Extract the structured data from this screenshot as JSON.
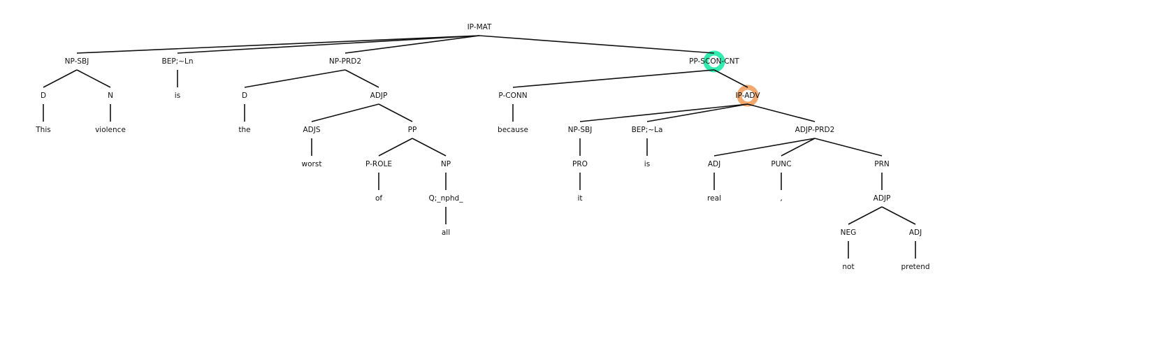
{
  "tree": {
    "nodes": [
      {
        "id": "ip_mat",
        "label": "IP-MAT"
      },
      {
        "id": "np_sbj_1",
        "label": "NP-SBJ"
      },
      {
        "id": "d_1",
        "label": "D"
      },
      {
        "id": "w_this",
        "label": "This"
      },
      {
        "id": "n_1",
        "label": "N"
      },
      {
        "id": "w_violence",
        "label": "violence"
      },
      {
        "id": "bep_ln",
        "label": "BEP;~Ln"
      },
      {
        "id": "w_is_1",
        "label": "is"
      },
      {
        "id": "np_prd2",
        "label": "NP-PRD2"
      },
      {
        "id": "d_2",
        "label": "D"
      },
      {
        "id": "w_the",
        "label": "the"
      },
      {
        "id": "adjp_1",
        "label": "ADJP"
      },
      {
        "id": "adjs",
        "label": "ADJS"
      },
      {
        "id": "w_worst",
        "label": "worst"
      },
      {
        "id": "pp",
        "label": "PP"
      },
      {
        "id": "p_role",
        "label": "P-ROLE"
      },
      {
        "id": "w_of",
        "label": "of"
      },
      {
        "id": "np_1",
        "label": "NP"
      },
      {
        "id": "q_nphd",
        "label": "Q;_nphd_"
      },
      {
        "id": "w_all",
        "label": "all"
      },
      {
        "id": "pp_scon_cnt",
        "label": "PP-SCON-CNT"
      },
      {
        "id": "p_conn",
        "label": "P-CONN"
      },
      {
        "id": "w_because",
        "label": "because"
      },
      {
        "id": "ip_adv",
        "label": "IP-ADV"
      },
      {
        "id": "np_sbj_2",
        "label": "NP-SBJ"
      },
      {
        "id": "pro",
        "label": "PRO"
      },
      {
        "id": "w_it",
        "label": "it"
      },
      {
        "id": "bep_la",
        "label": "BEP;~La"
      },
      {
        "id": "w_is_2",
        "label": "is"
      },
      {
        "id": "adjp_prd2",
        "label": "ADJP-PRD2"
      },
      {
        "id": "adj_1",
        "label": "ADJ"
      },
      {
        "id": "w_real",
        "label": "real"
      },
      {
        "id": "punc",
        "label": "PUNC"
      },
      {
        "id": "w_comma",
        "label": ","
      },
      {
        "id": "prn",
        "label": "PRN"
      },
      {
        "id": "adjp_2",
        "label": "ADJP"
      },
      {
        "id": "neg",
        "label": "NEG"
      },
      {
        "id": "w_not",
        "label": "not"
      },
      {
        "id": "adj_2",
        "label": "ADJ"
      },
      {
        "id": "w_pretend",
        "label": "pretend"
      }
    ],
    "edges": [
      [
        "ip_mat",
        "np_sbj_1"
      ],
      [
        "ip_mat",
        "bep_ln"
      ],
      [
        "ip_mat",
        "np_prd2"
      ],
      [
        "ip_mat",
        "pp_scon_cnt"
      ],
      [
        "np_sbj_1",
        "d_1"
      ],
      [
        "np_sbj_1",
        "n_1"
      ],
      [
        "d_1",
        "w_this"
      ],
      [
        "n_1",
        "w_violence"
      ],
      [
        "bep_ln",
        "w_is_1"
      ],
      [
        "np_prd2",
        "d_2"
      ],
      [
        "np_prd2",
        "adjp_1"
      ],
      [
        "d_2",
        "w_the"
      ],
      [
        "adjp_1",
        "adjs"
      ],
      [
        "adjp_1",
        "pp"
      ],
      [
        "adjs",
        "w_worst"
      ],
      [
        "pp",
        "p_role"
      ],
      [
        "pp",
        "np_1"
      ],
      [
        "p_role",
        "w_of"
      ],
      [
        "np_1",
        "q_nphd"
      ],
      [
        "q_nphd",
        "w_all"
      ],
      [
        "pp_scon_cnt",
        "p_conn"
      ],
      [
        "pp_scon_cnt",
        "ip_adv"
      ],
      [
        "p_conn",
        "w_because"
      ],
      [
        "ip_adv",
        "np_sbj_2"
      ],
      [
        "ip_adv",
        "bep_la"
      ],
      [
        "ip_adv",
        "adjp_prd2"
      ],
      [
        "np_sbj_2",
        "pro"
      ],
      [
        "pro",
        "w_it"
      ],
      [
        "bep_la",
        "w_is_2"
      ],
      [
        "adjp_prd2",
        "adj_1"
      ],
      [
        "adjp_prd2",
        "punc"
      ],
      [
        "adjp_prd2",
        "prn"
      ],
      [
        "adj_1",
        "w_real"
      ],
      [
        "punc",
        "w_comma"
      ],
      [
        "prn",
        "adjp_2"
      ],
      [
        "adjp_2",
        "neg"
      ],
      [
        "adjp_2",
        "adj_2"
      ],
      [
        "neg",
        "w_not"
      ],
      [
        "adj_2",
        "w_pretend"
      ]
    ],
    "highlights": [
      {
        "node": "pp_scon_cnt",
        "color": "#1de9a6"
      },
      {
        "node": "ip_adv",
        "color": "#f0a060"
      }
    ]
  }
}
